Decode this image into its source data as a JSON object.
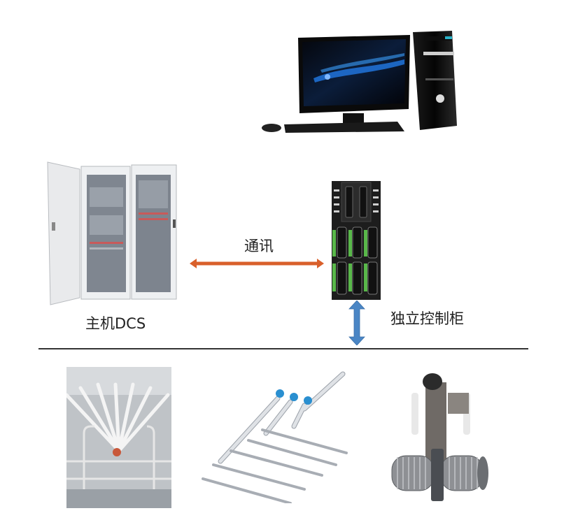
{
  "diagram": {
    "nodes": {
      "workstation": {
        "name": "engineer workstation (HP desktop PC)",
        "label": ""
      },
      "host_dcs": {
        "label": "主机DCS"
      },
      "controller": {
        "label": "独立控制柜"
      },
      "field_photo": {
        "label": ""
      },
      "spray_manifold": {
        "label": ""
      },
      "flow_device": {
        "label": ""
      }
    },
    "edges": {
      "dcs_to_controller": {
        "label": "通讯",
        "color": "#d9602b",
        "direction": "bidirectional"
      },
      "controller_to_field": {
        "label": "",
        "color": "#4a86c5",
        "direction": "bidirectional"
      }
    },
    "divider_color": "#333333"
  }
}
